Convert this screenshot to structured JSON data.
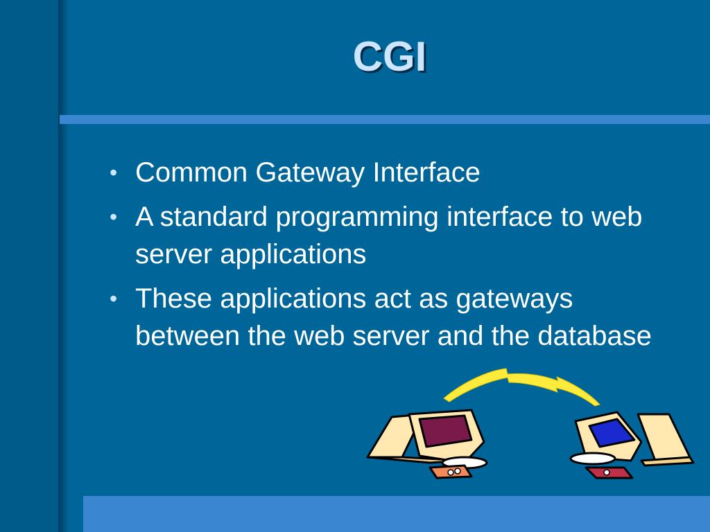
{
  "slide": {
    "title": "CGI",
    "bullets": [
      "Common Gateway Interface",
      "A standard programming interface to web server applications",
      "These applications act as gateways between the web server and the database"
    ],
    "bullet_symbol": "•"
  },
  "illustration": {
    "icons": [
      "computer-icon",
      "lightning-bolt-icon",
      "computer-icon"
    ],
    "colors": {
      "background": "#006699",
      "accent_band": "#3a86d0",
      "title": "#cce6ff",
      "bolt": "#ffeb3b",
      "left_screen": "#7a1a4a",
      "right_screen": "#1a2ad0",
      "computer_body": "#ffe9b0"
    }
  }
}
